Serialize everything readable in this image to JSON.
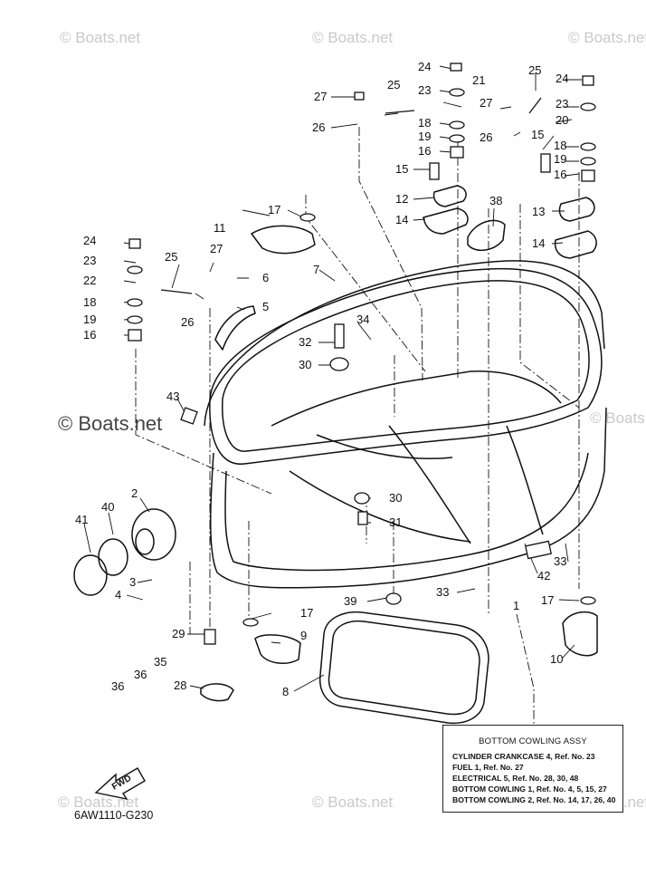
{
  "watermarks": [
    "© Boats.net",
    "© Boats.net",
    "© Boats.net",
    "© Boats.net",
    "© Boats.net",
    "© Boats.net",
    "© Boats.net",
    "© Boats.net"
  ],
  "callouts": [
    "24",
    "23",
    "21",
    "27",
    "25",
    "26",
    "18",
    "19",
    "16",
    "15",
    "12",
    "14",
    "11",
    "17",
    "24",
    "23",
    "22",
    "18",
    "19",
    "16",
    "25",
    "27",
    "6",
    "5",
    "7",
    "26",
    "34",
    "32",
    "30",
    "43",
    "2",
    "40",
    "41",
    "3",
    "4",
    "29",
    "35",
    "36",
    "36",
    "28",
    "8",
    "9",
    "17",
    "30",
    "31",
    "39",
    "33",
    "1",
    "42",
    "33",
    "17",
    "10",
    "38",
    "27",
    "26",
    "25",
    "24",
    "23",
    "20",
    "18",
    "19",
    "15",
    "16",
    "13",
    "14"
  ],
  "legend": {
    "title": "BOTTOM COWLING ASSY",
    "rows": [
      "CYLINDER CRANKCASE 4,   Ref. No. 23",
      "FUEL 1,   Ref. No. 27",
      "ELECTRICAL 5,   Ref. No. 28, 30, 48",
      "BOTTOM COWLING 1,   Ref. No. 4, 5, 15, 27",
      "BOTTOM COWLING 2,   Ref. No. 14, 17, 26, 40"
    ]
  },
  "fwd_label": "FWD",
  "diagram_code": "6AW1110-G230"
}
